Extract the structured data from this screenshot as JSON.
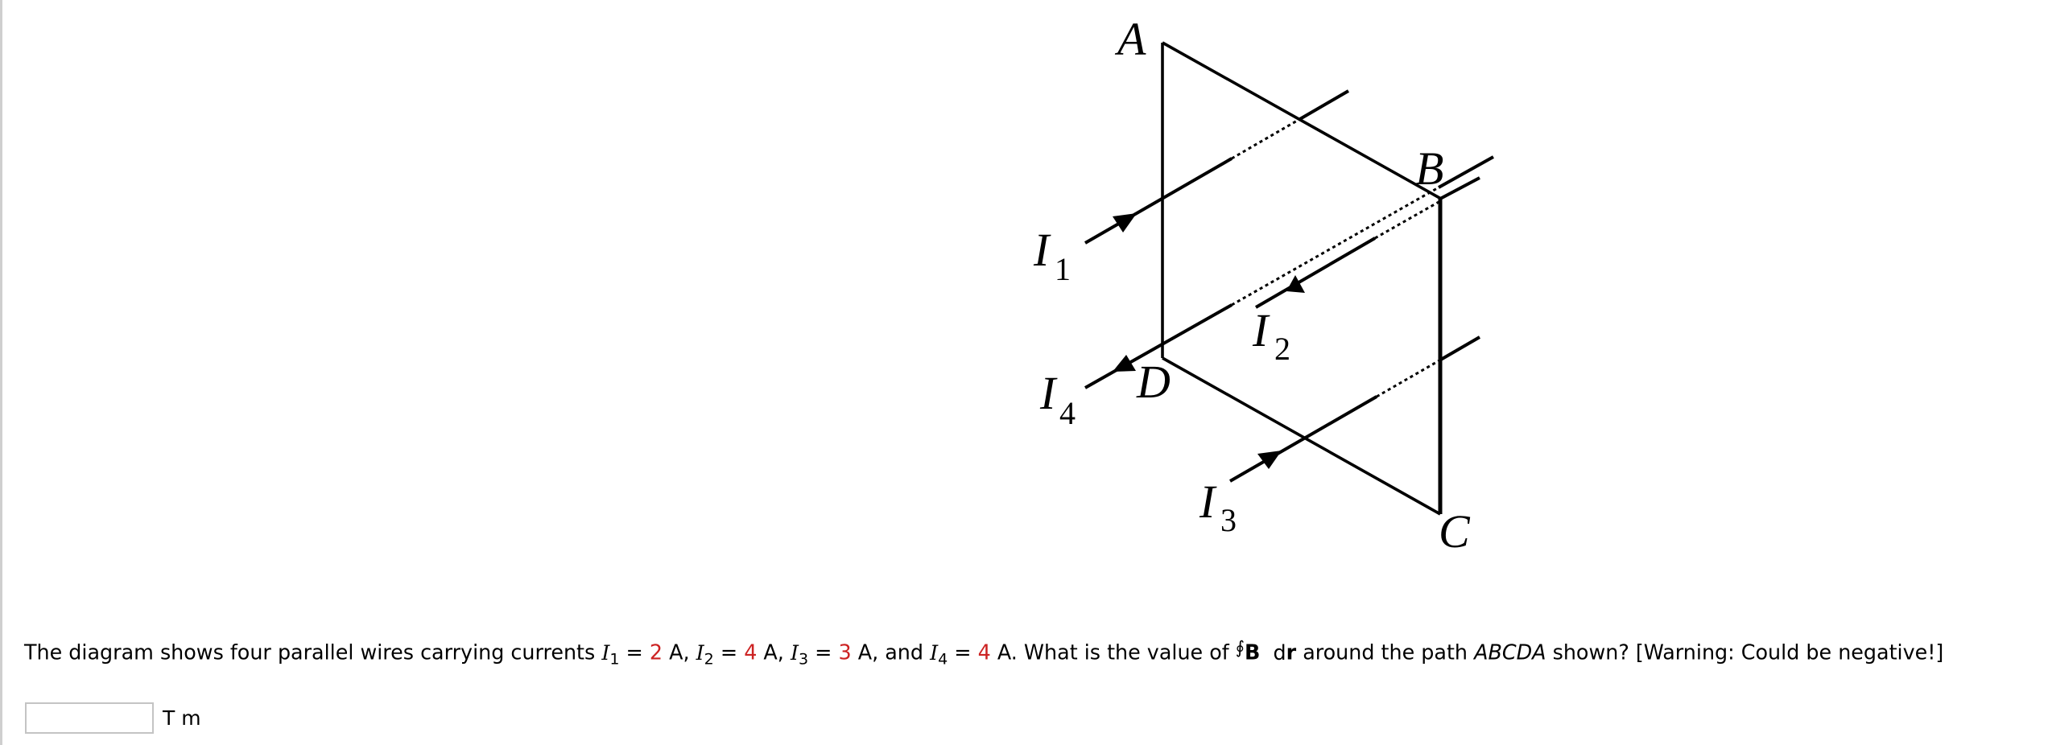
{
  "diagram": {
    "vertices": {
      "A": "A",
      "B": "B",
      "C": "C",
      "D": "D"
    },
    "currents": [
      {
        "symbol": "I",
        "subscript": "1",
        "direction": "into-page-up-right"
      },
      {
        "symbol": "I",
        "subscript": "2",
        "direction": "out-down-left"
      },
      {
        "symbol": "I",
        "subscript": "3",
        "direction": "into-page-up-right"
      },
      {
        "symbol": "I",
        "subscript": "4",
        "direction": "out-down-left"
      }
    ],
    "colors": {
      "line": "#000000"
    }
  },
  "question": {
    "intro": "The diagram shows four parallel wires carrying currents ",
    "i1_sym": "I",
    "i1_sub": "1",
    "eq": " = ",
    "i1_val": "2",
    "unit_a_comma": " A, ",
    "i2_sym": "I",
    "i2_sub": "2",
    "i2_val": "4",
    "i3_sym": "I",
    "i3_sub": "3",
    "i3_val": "3",
    "and_text": " A, and ",
    "i4_sym": "I",
    "i4_sub": "4",
    "i4_val": "4",
    "after_i4": " A. What is the value of ",
    "oint": "∮",
    "B_vec": "B",
    "dr_d": " d",
    "dr_r": "r",
    "around": " around the path ",
    "path": "ABCDA",
    "tail": " shown? [Warning: Could be negative!]",
    "value_color": "#cc2222"
  },
  "answer": {
    "input_value": "",
    "input_placeholder": "",
    "unit": "T m"
  }
}
